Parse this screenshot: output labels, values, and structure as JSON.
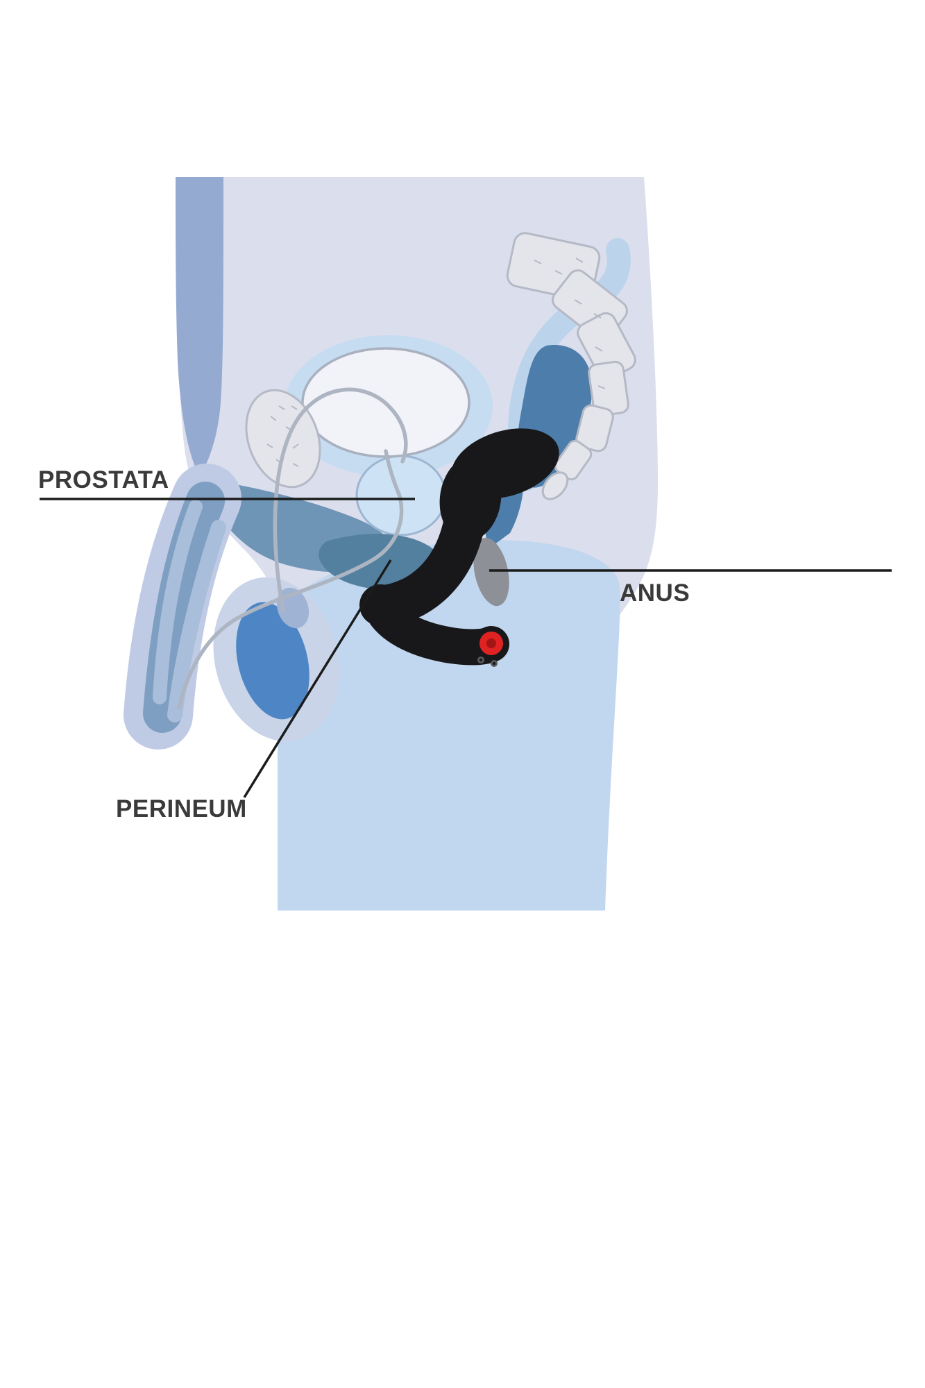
{
  "figure": {
    "labels": {
      "prostata": "PROSTATA",
      "anus": "ANUS",
      "perineum": "PERINEUM"
    },
    "colors": {
      "bg": "#ffffff",
      "body_fill": "#dbdeed",
      "leg_fill": "#c1d7ef",
      "band_fill": "#94aad1",
      "pelvic_fill": "#6e94b6",
      "slate_fill": "#54809f",
      "rectum_fill": "#4c7dab",
      "rectum_wall": "#bcd3ec",
      "testis_fill": "#4e86c5",
      "scrotum_ring": "#c9d4e9",
      "bone_fill": "#e4e5eb",
      "bone_stroke": "#b4b9c5",
      "bladder_fill": "#f2f3f8",
      "bladder_stroke": "#a9b0bf",
      "ring_fill": "#c6dcf1",
      "prostate_fill": "#cde2f4",
      "prostate_stroke": "#9cb6d2",
      "duct_stroke": "#aeb5c2",
      "shaft_outer": "#bfcbe4",
      "shaft_mid": "#7e9fc1",
      "shaft_light": "#a9bedb",
      "epididymis": "#9fb3d4",
      "device_black": "#18181a",
      "device_gray": "#8d9096",
      "button_red": "#e02222",
      "button_core": "#a31515",
      "dot_gray": "#5a5a5a",
      "label_color": "#3a3a3a",
      "line_color": "#1b1b1b"
    }
  }
}
